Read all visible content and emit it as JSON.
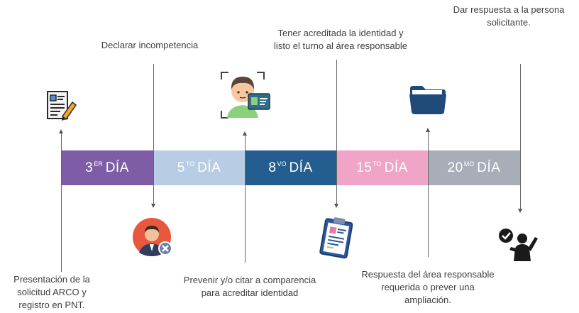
{
  "timeline": {
    "segments": [
      {
        "num": "3",
        "sup": "ER",
        "word": "DÍA",
        "color": "#7e5ca6"
      },
      {
        "num": "5",
        "sup": "TO",
        "word": "DÍA",
        "color": "#b8cce4"
      },
      {
        "num": "8",
        "sup": "VO",
        "word": "DÍA",
        "color": "#245d8f"
      },
      {
        "num": "15",
        "sup": "TO",
        "word": "DÍA",
        "color": "#f0a5c8"
      },
      {
        "num": "20",
        "sup": "MO",
        "word": "DÍA",
        "color": "#a9adb7"
      }
    ]
  },
  "labels": {
    "presentacion": [
      "Presentación de la",
      "solicitud ARCO y",
      "registro en PNT."
    ],
    "declarar": [
      "Declarar incompetencia"
    ],
    "prevenir": [
      "Prevenir y/o citar a comparencia",
      "para acreditar identidad"
    ],
    "tener": [
      "Tener acreditada la identidad y",
      "listo el turno al área responsable"
    ],
    "respuesta_area": [
      "Respuesta del área responsable",
      "requerida o prever una",
      "ampliación."
    ],
    "dar_respuesta": [
      "Dar respuesta a la persona",
      "solicitante."
    ]
  },
  "icons": {
    "form": "form-with-pen-icon",
    "denied": "person-declined-icon",
    "identity": "identity-verification-icon",
    "clipboard": "clipboard-icon",
    "folder": "folder-icon",
    "approved": "person-approved-icon"
  }
}
